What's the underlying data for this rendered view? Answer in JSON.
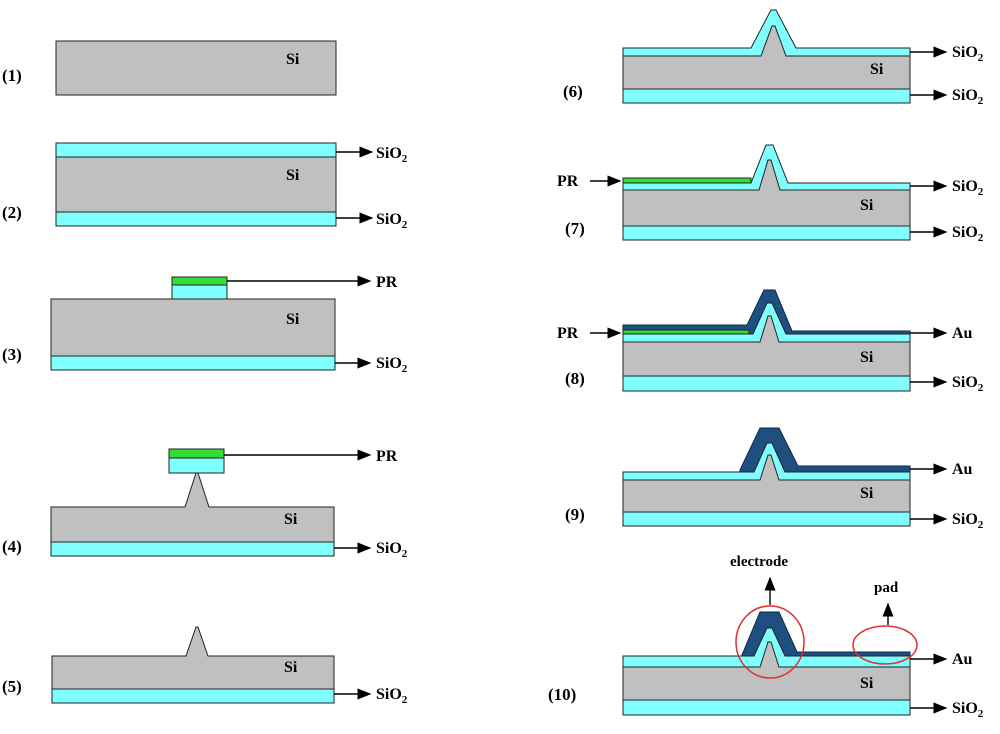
{
  "steps": [
    "(1)",
    "(2)",
    "(3)",
    "(4)",
    "(5)",
    "(6)",
    "(7)",
    "(8)",
    "(9)",
    "(10)"
  ],
  "labels": {
    "si": "Si",
    "sio2_main": "SiO",
    "sio2_sub": "2",
    "pr": "PR",
    "au": "Au",
    "electrode": "electrode",
    "pad": "pad"
  },
  "colors": {
    "silicon": "#c0c0c0",
    "sio2": "#80ffff",
    "photoresist": "#33dd33",
    "gold": "#1e4f80",
    "highlight": "#e03030"
  }
}
